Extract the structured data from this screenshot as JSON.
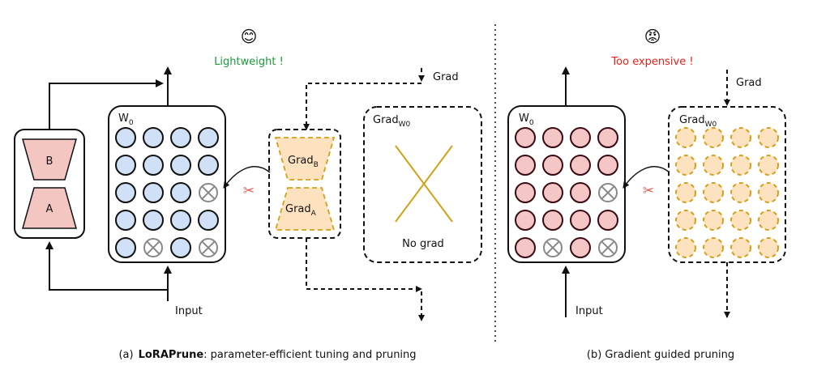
{
  "panel_a": {
    "mood_emoji": "😊",
    "mood_text": "Lightweight !",
    "mood_color": "#1a9a3c",
    "lora_b": "B",
    "lora_a": "A",
    "weight_label": "W",
    "weight_sub": "0",
    "grad_label": "Grad",
    "grad_b_label": "Grad",
    "grad_b_sub": "B",
    "grad_a_label": "Grad",
    "grad_a_sub": "A",
    "grad_w_label": "Grad",
    "grad_w_sub": "W0",
    "no_grad": "No grad",
    "input_label": "Input",
    "caption_prefix": "(a)",
    "caption_bold": "LoRAPrune",
    "caption_rest": ": parameter-efficient tuning and pruning"
  },
  "panel_b": {
    "mood_emoji": "😡",
    "mood_text": "Too expensive !",
    "mood_color": "#e8201c",
    "weight_label": "W",
    "weight_sub": "0",
    "grad_label": "Grad",
    "grad_w_label": "Grad",
    "grad_w_sub": "W0",
    "input_label": "Input",
    "caption": "(b) Gradient guided pruning"
  },
  "icons": {
    "scissors": "✂"
  },
  "colors": {
    "lora_fill": "#f4c6c2",
    "weight_a_fill": "#cfe0f7",
    "weight_b_fill": "#f4c6c6",
    "weight_b_stroke": "#3a0a14",
    "grad_fill": "#fde2c0",
    "grad_stroke": "#d4a017",
    "pruned_stroke": "#888888",
    "cross_line": "#d4a017",
    "scissors": "#e45a4a"
  }
}
